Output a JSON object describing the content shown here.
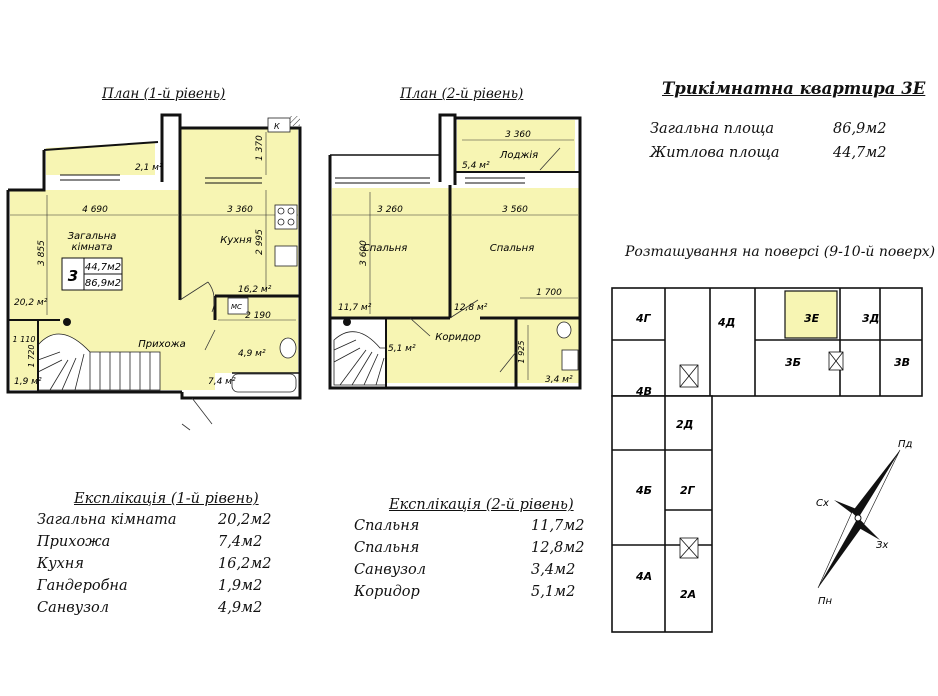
{
  "headers": {
    "plan1": "План (1-й рівень)",
    "plan2": "План (2-й рівень)",
    "apartment_title": "Трикімнатна квартира  3Е",
    "location": "Розташування на поверсі (9-10-й поверх)"
  },
  "summary": [
    {
      "label": "Загальна площа",
      "value": "86,9м2"
    },
    {
      "label": "Житлова площа",
      "value": "44,7м2"
    }
  ],
  "explication1": {
    "title": "Експлікація (1-й рівень)",
    "rows": [
      {
        "label": "Загальна кімната",
        "value": "20,2м2"
      },
      {
        "label": "Прихожа",
        "value": "7,4м2"
      },
      {
        "label": "Кухня",
        "value": "16,2м2"
      },
      {
        "label": "Гандеробна",
        "value": "1,9м2"
      },
      {
        "label": "Санвузол",
        "value": "4,9м2"
      }
    ]
  },
  "explication2": {
    "title": "Експлікація (2-й рівень)",
    "rows": [
      {
        "label": "Спальня",
        "value": "11,7м2"
      },
      {
        "label": "Спальня",
        "value": "12,8м2"
      },
      {
        "label": "Санвузол",
        "value": "3,4м2"
      },
      {
        "label": "Коридор",
        "value": "5,1м2"
      }
    ]
  },
  "plan1": {
    "room_living": "Загальна\nкімната",
    "room_kitchen": "Кухня",
    "room_hall": "Прихожа",
    "badge_rooms": "3",
    "badge_living": "44,7м2",
    "badge_total": "86,9м2",
    "area_living": "20,2 м²",
    "area_kitchen": "16,2 м²",
    "area_hall": "7,4 м²",
    "area_wardrobe": "1,9 м²",
    "area_bath": "4,9 м²",
    "area_balcony": "2,1 м²",
    "dim_4690": "4 690",
    "dim_3360": "3 360",
    "dim_3855": "3 855",
    "dim_2995": "2 995",
    "dim_1370": "1 370",
    "dim_2190": "2 190",
    "dim_1110": "1 110",
    "dim_1720": "1 720",
    "mark_k": "К",
    "mark_mc": "МС"
  },
  "plan2": {
    "room_bed1": "Спальня",
    "room_bed2": "Спальня",
    "room_corridor": "Коридор",
    "room_loggia": "Лоджія",
    "area_bed1": "11,7 м²",
    "area_bed2": "12,8 м²",
    "area_corridor": "5,1 м²",
    "area_bath": "3,4 м²",
    "area_loggia": "5,4 м²",
    "dim_3360": "3 360",
    "dim_3260": "3 260",
    "dim_3560": "3 560",
    "dim_3600": "3 600",
    "dim_1700": "1 700",
    "dim_1925": "1 925"
  },
  "floor": {
    "units": [
      "4Г",
      "4Д",
      "3Е",
      "3Д",
      "3Б",
      "3В",
      "4В",
      "2Д",
      "4Б",
      "2Г",
      "4А",
      "2А"
    ],
    "highlight": "3Е"
  },
  "compass": {
    "ne": "Пд",
    "nw": "Сх",
    "se": "Зх",
    "sw": "Пн"
  },
  "colors": {
    "room_fill": "#f7f5b3",
    "wall": "#111111",
    "highlight": "#f7f5b3"
  }
}
